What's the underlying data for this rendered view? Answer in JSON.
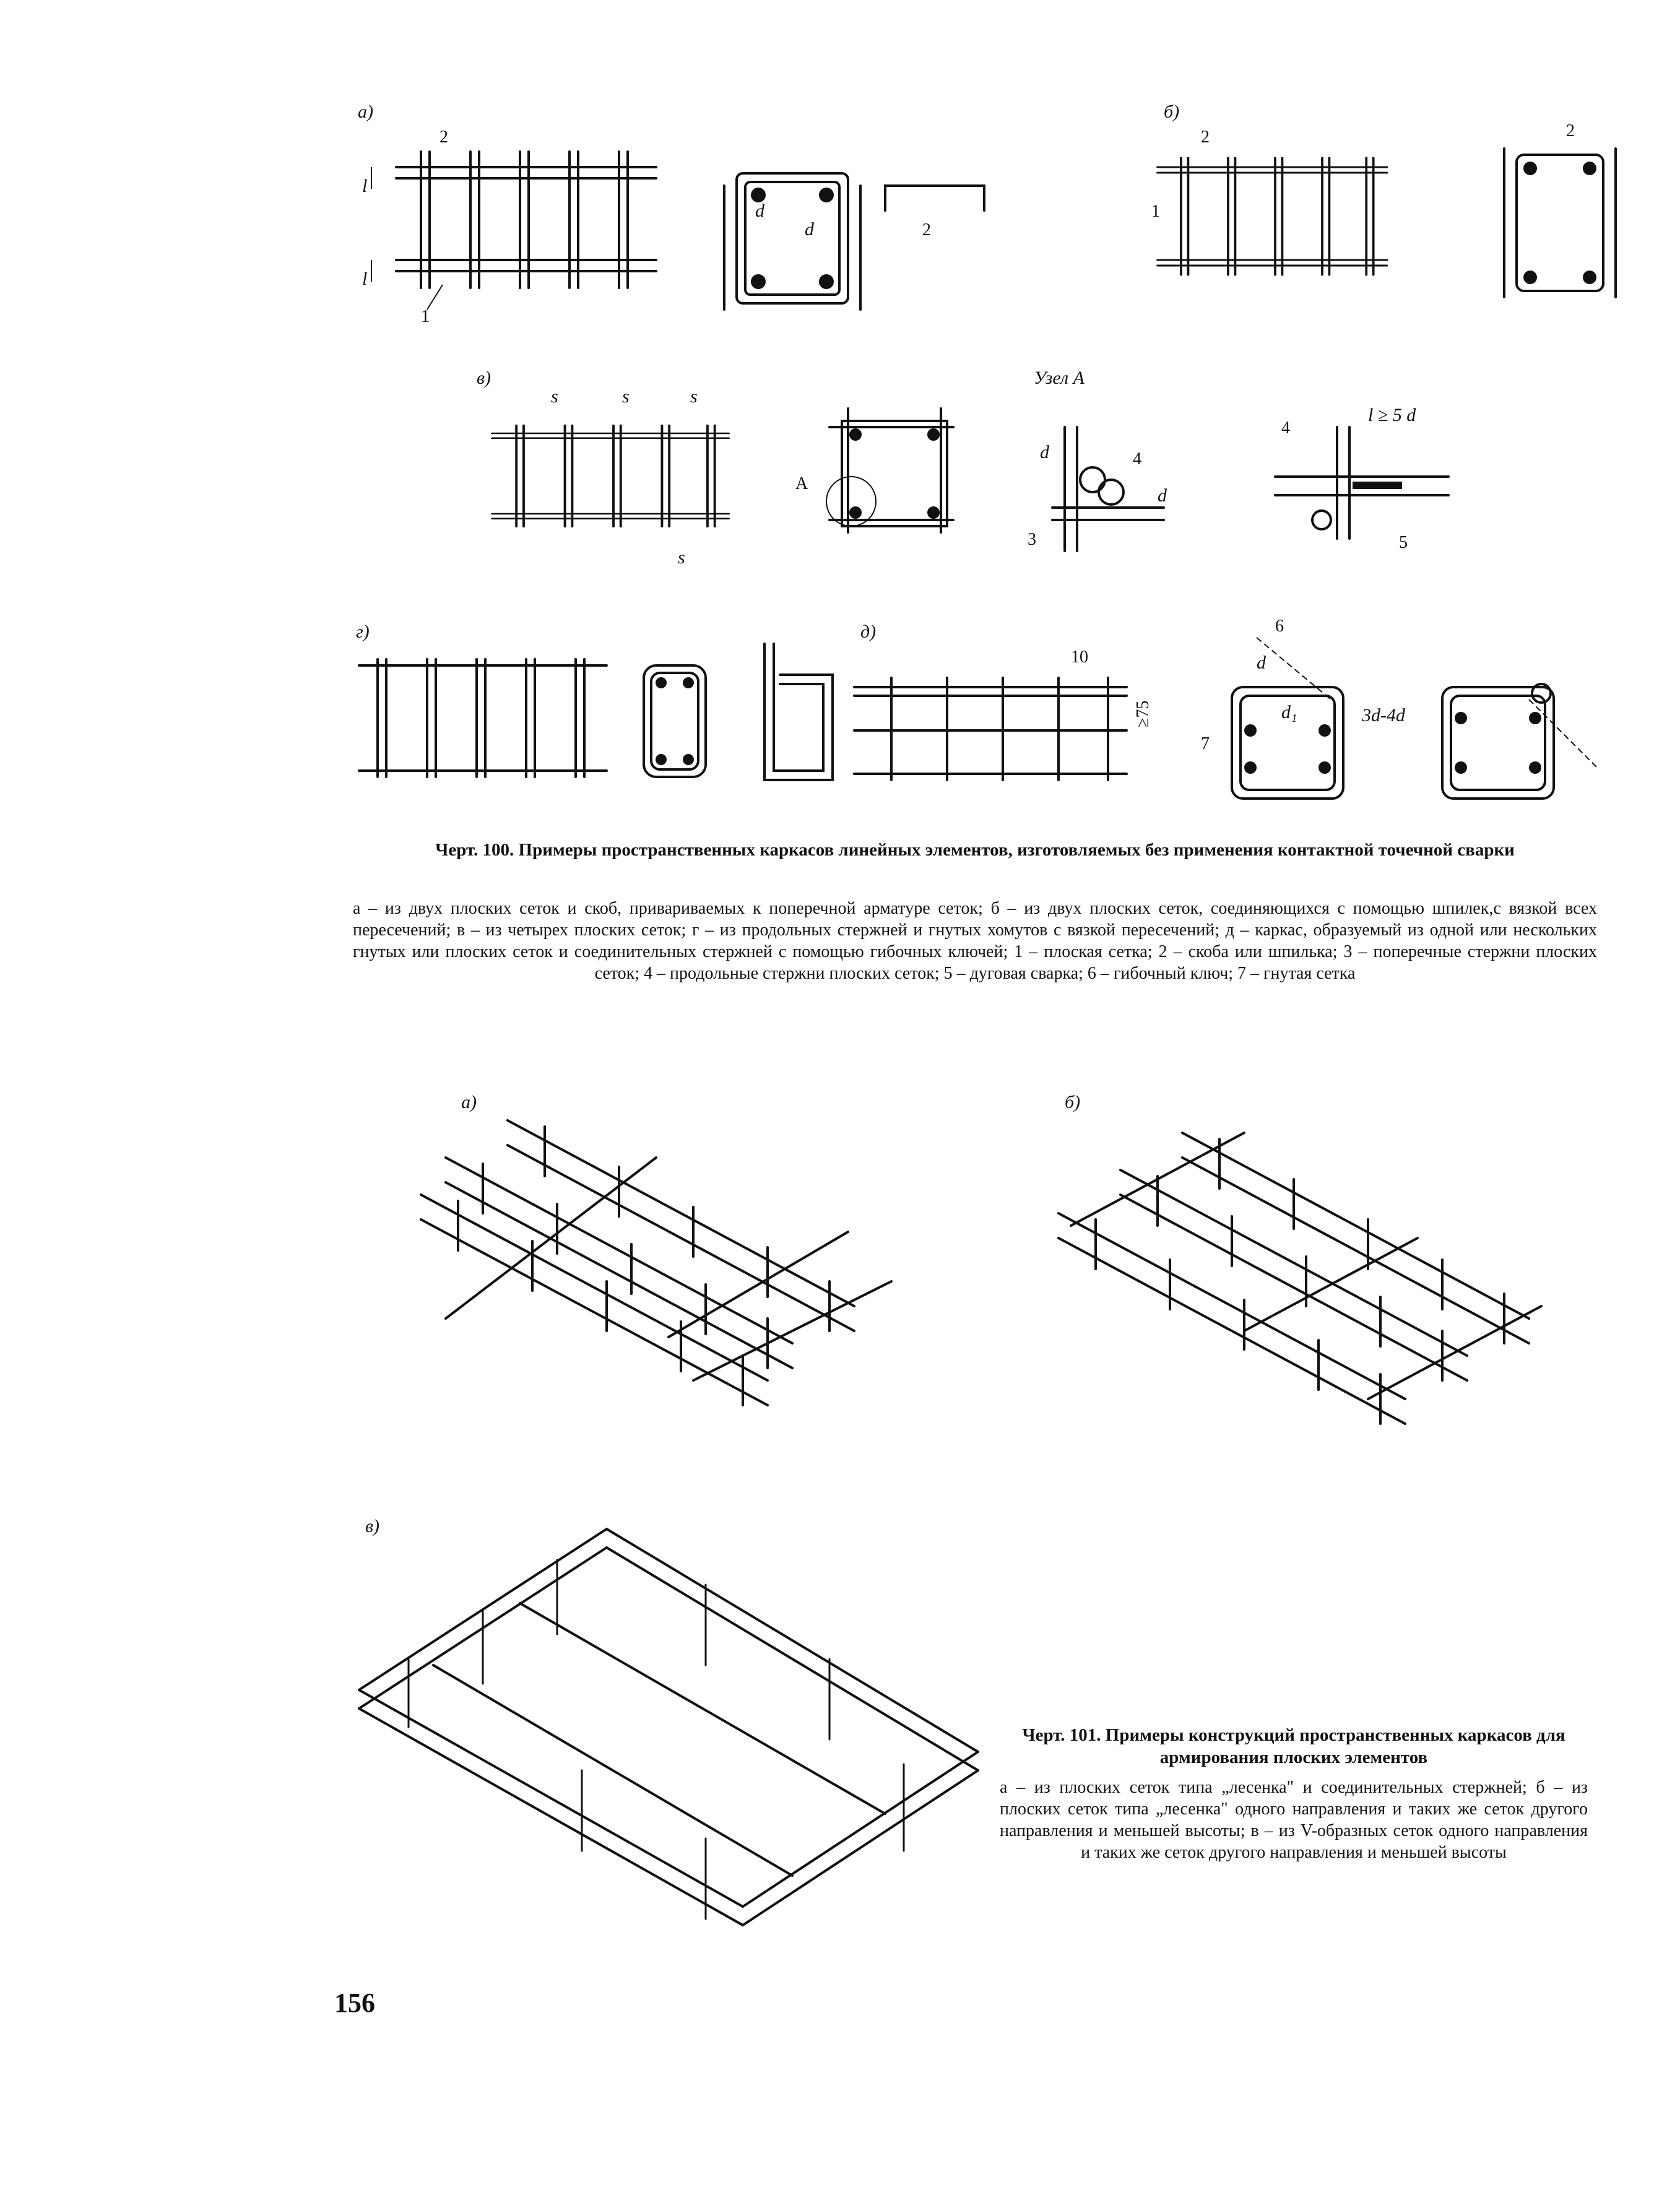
{
  "figure100": {
    "panel_labels": {
      "a": "а)",
      "b": "б)",
      "v": "в)",
      "g": "г)",
      "d": "д)"
    },
    "title": "Черт. 100. Примеры пространственных каркасов линейных элементов, изготовляемых без применения контактной точечной сварки",
    "caption": "а – из двух плоских сеток и скоб, привариваемых к поперечной арматуре сеток; б – из двух плоских сеток, соединяющихся с помощью шпилек,с вязкой всех пересечений; в – из четырех плоских сеток; г – из продольных стержней и гнутых хомутов с вязкой пересечений; д – каркас, образуемый из одной или нескольких гнутых или плоских сеток и соединительных стержней с помощью гибочных ключей; 1 – плоская сетка; 2 – скоба или шпилька; 3 – поперечные стержни плоских сеток; 4 – продольные стержни плоских сеток; 5 – дуговая сварка; 6 – гибочный ключ; 7 – гнутая сетка",
    "callouts": {
      "n1": "1",
      "n2": "2",
      "n3": "3",
      "n4": "4",
      "n5": "5",
      "n6": "6",
      "n7": "7",
      "l": "l",
      "d": "d",
      "d1": "d₁",
      "s": "s",
      "node": "Узел А",
      "A": "А",
      "weld_len": "l ≥ 5 d",
      "ten": "10",
      "ge75": "≥75",
      "bend": "3d-4d"
    }
  },
  "figure101": {
    "panel_labels": {
      "a": "а)",
      "b": "б)",
      "v": "в)"
    },
    "title": "Черт. 101. Примеры конструкций пространственных каркасов для армирования плоских элементов",
    "caption": "а – из плоских сеток типа „лесенка\" и соединительных стержней; б – из плоских сеток типа „лесенка\" одного направления и таких же сеток другого направления и меньшей высоты; в – из V-образных сеток одного направления и таких же сеток другого направления и меньшей высоты"
  },
  "page_number": "156"
}
